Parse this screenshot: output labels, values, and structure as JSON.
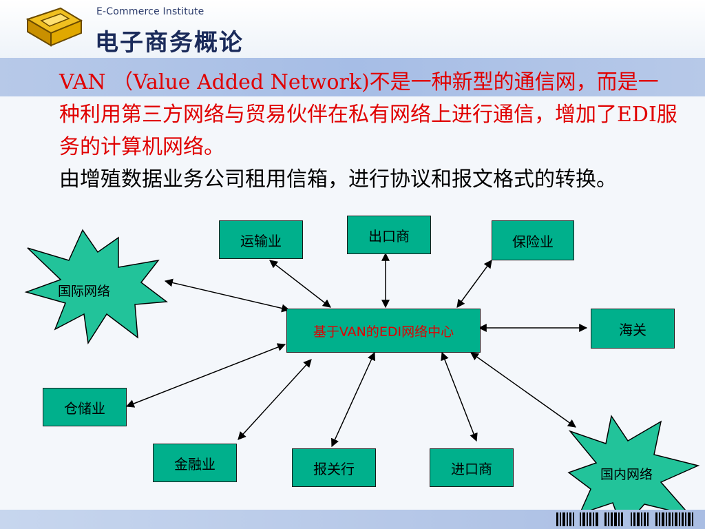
{
  "header": {
    "subtitle": "E-Commerce Institute",
    "title": "电子商务概论"
  },
  "text": {
    "para1": "VAN （Value  Added  Network)不是一种新型的通信网，而是一种利用第三方网络与贸易伙伴在私有网络上进行通信，增加了EDI服务的计算机网络。",
    "para2": "由增殖数据业务公司租用信箱，进行协议和报文格式的转换。"
  },
  "diagram": {
    "center": "基于VAN的EDI网络中心",
    "nodes": {
      "transport": "运输业",
      "exporter": "出口商",
      "insurance": "保险业",
      "customs": "海关",
      "storage": "仓储业",
      "finance": "金融业",
      "broker": "报关行",
      "importer": "进口商"
    },
    "stars": {
      "international": "国际网络",
      "domestic": "国内网络"
    }
  },
  "colors": {
    "node_fill": "#00b08c",
    "star_fill": "#22c39a",
    "accent_red": "#e00000"
  }
}
